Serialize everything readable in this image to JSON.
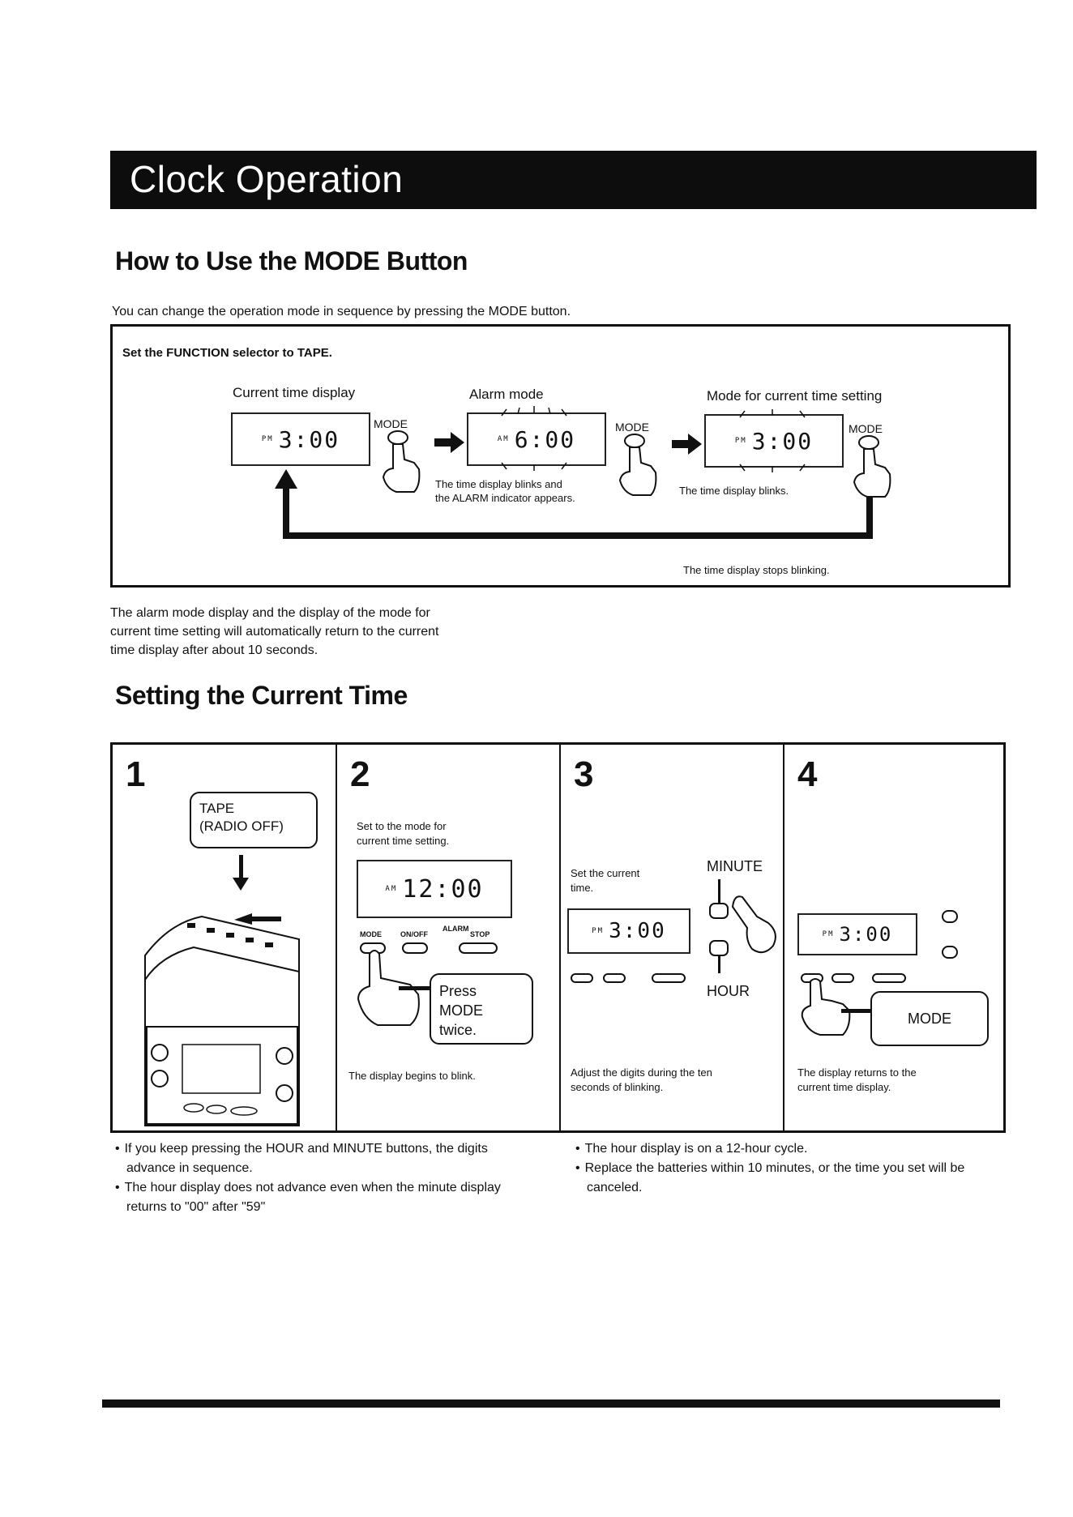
{
  "header": {
    "title": "Clock Operation"
  },
  "mode_section": {
    "title": "How to Use the MODE Button",
    "intro": "You can change the operation mode in sequence by pressing the MODE button.",
    "box_header": "Set the FUNCTION selector to TAPE.",
    "current_label": "Current time display",
    "alarm_label": "Alarm mode",
    "setting_label": "Mode for current time setting",
    "display_current": "3:00",
    "display_alarm": "6:00",
    "display_setting": "3:00",
    "pm_label": "PM",
    "am_label": "AM",
    "mode_button": "MODE",
    "alarm_note_1": "The time display blinks and",
    "alarm_note_2": "the ALARM indicator appears.",
    "setting_note": "The time display blinks.",
    "return_note": "The time display stops blinking.",
    "after_note_1": "The alarm mode display and the display of the mode for",
    "after_note_2": "current time setting will automatically return to the current",
    "after_note_3": "time display after about 10 seconds."
  },
  "setting_section": {
    "title": "Setting the Current Time",
    "steps": [
      {
        "num": "1",
        "callout_1": "TAPE",
        "callout_2": "(RADIO OFF)"
      },
      {
        "num": "2",
        "note_1": "Set to the mode for",
        "note_2": "current time setting.",
        "display": "12:00",
        "btn_mode": "MODE",
        "btn_onoff": "ON/OFF",
        "btn_stop": "STOP",
        "alarm": "ALARM",
        "callout_1": "Press",
        "callout_2": "MODE twice.",
        "caption": "The display begins to blink."
      },
      {
        "num": "3",
        "note_1": "Set the current",
        "note_2": "time.",
        "display": "3:00",
        "minute": "MINUTE",
        "hour": "HOUR",
        "caption_1": "Adjust the digits during the ten",
        "caption_2": "seconds of blinking."
      },
      {
        "num": "4",
        "display": "3:00",
        "mode_callout": "MODE",
        "caption_1": "The display returns to the",
        "caption_2": "current time display."
      }
    ],
    "bullets_left": [
      "If you keep pressing the HOUR and MINUTE buttons, the digits advance in sequence.",
      "The hour display does not advance even when the minute display returns to \"00\" after \"59\""
    ],
    "bullets_right": [
      "The hour display is on a 12-hour cycle.",
      "Replace the batteries within 10 minutes, or the time you set will be canceled."
    ]
  }
}
